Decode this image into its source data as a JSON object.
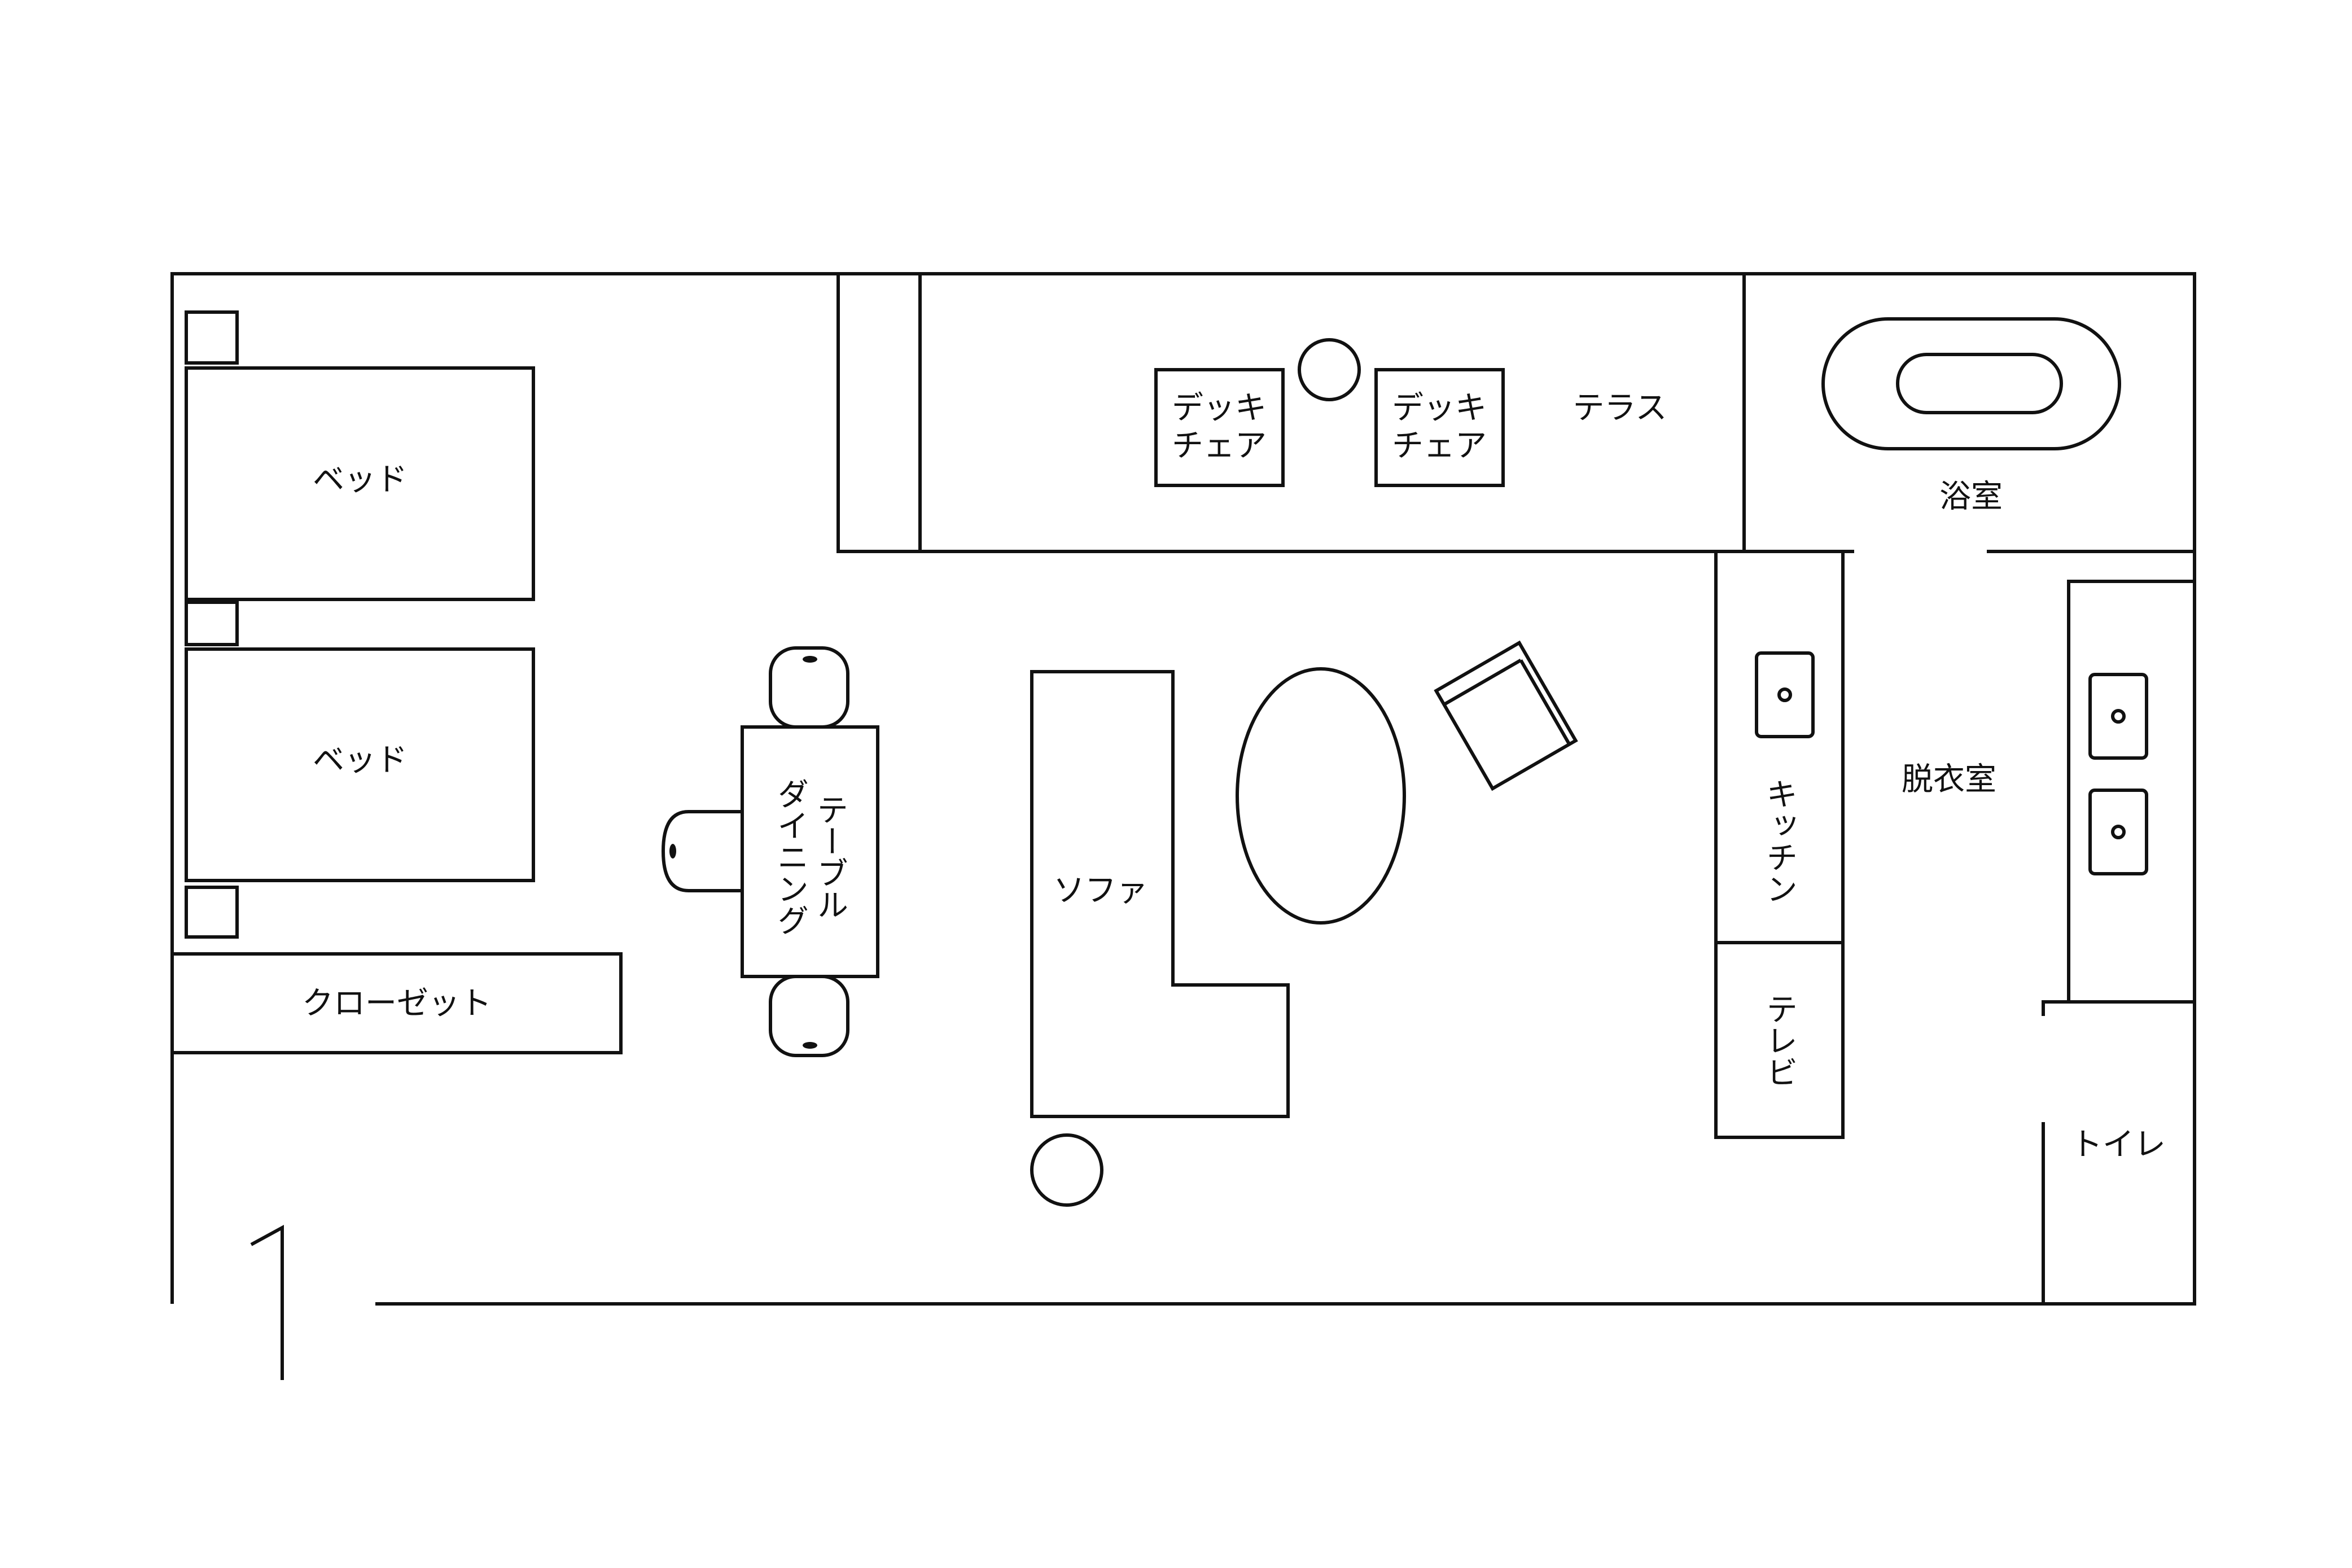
{
  "colors": {
    "stroke": "#111111",
    "background": "#ffffff"
  },
  "icons": {
    "entrance": "entrance-arrow-icon",
    "bathtub": "bathtub-icon",
    "sink": "sink-icon",
    "armchair": "armchair-icon",
    "stool": "round-stool-icon",
    "nightstand": "nightstand-icon",
    "dining_chair": "dining-chair-icon"
  },
  "rooms": {
    "terrace": "テラス",
    "bathroom": "浴室",
    "dressing_room": "脱衣室",
    "toilet": "トイレ"
  },
  "furniture": {
    "bed_upper": "ベッド",
    "bed_lower": "ベッド",
    "closet": "クローゼット",
    "dining_table_line1": "ダイニング",
    "dining_table_line2": "テーブル",
    "sofa": "ソファ",
    "deck_chair_left_line1": "デッキ",
    "deck_chair_left_line2": "チェア",
    "deck_chair_right_line1": "デッキ",
    "deck_chair_right_line2": "チェア",
    "kitchen": "キッチン",
    "tv": "テレビ"
  }
}
